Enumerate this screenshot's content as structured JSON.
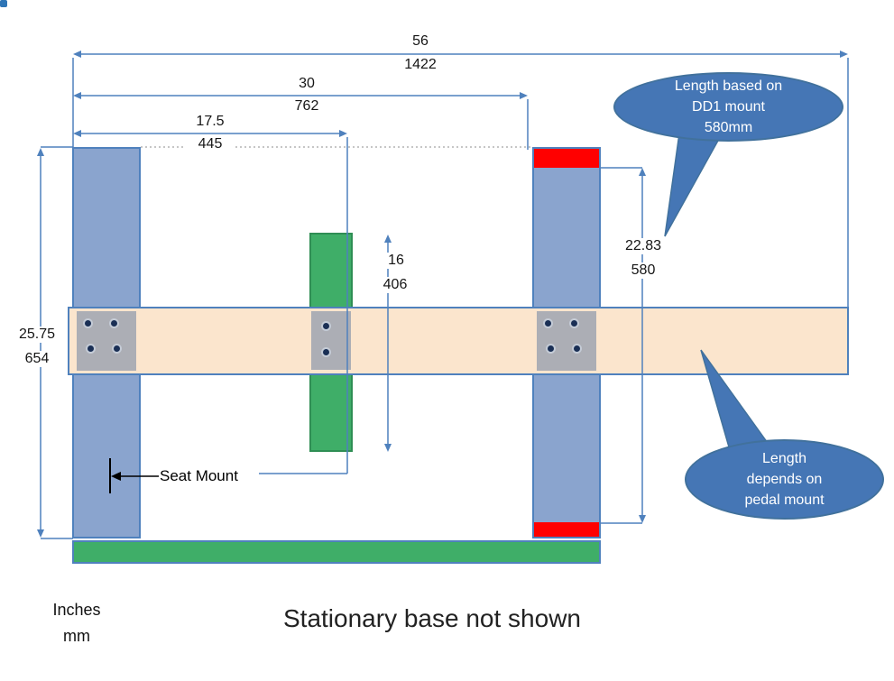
{
  "dims": {
    "overall": {
      "in": "56",
      "mm": "1422"
    },
    "rail30": {
      "in": "30",
      "mm": "762"
    },
    "seat": {
      "in": "17.5",
      "mm": "445"
    },
    "left_h": {
      "in": "25.75",
      "mm": "654"
    },
    "green_h": {
      "in": "16",
      "mm": "406"
    },
    "right_h": {
      "in": "22.83",
      "mm": "580"
    }
  },
  "labels": {
    "seat_mount": "Seat Mount",
    "units_inches": "Inches",
    "units_mm": "mm",
    "caption": "Stationary base not shown"
  },
  "callouts": {
    "dd1": {
      "line1": "Length based on",
      "line2": "DD1 mount",
      "line3": "580mm"
    },
    "pedal": {
      "line1": "Length",
      "line2": "depends on",
      "line3": "pedal mount"
    }
  },
  "colors": {
    "dimension_line": "#4f81bd",
    "upright_fill": "#8aa4ce",
    "beam_fill": "#fbe5cd",
    "green_fill": "#3fae68",
    "red_accent": "#ff0000",
    "callout_fill": "#4576b5",
    "plate_gray": "#a8abb3"
  }
}
